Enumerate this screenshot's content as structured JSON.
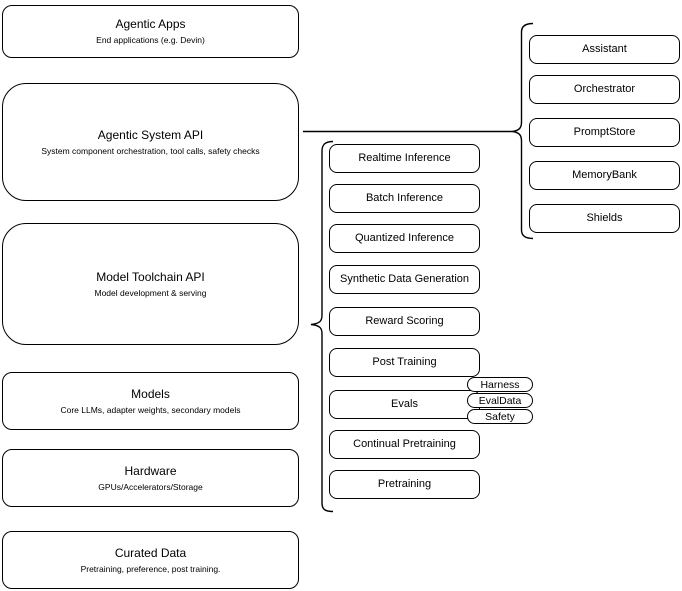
{
  "colors": {
    "stroke": "#000000",
    "fill": "#ffffff",
    "text": "#000000"
  },
  "layers": [
    {
      "title": "Agentic Apps",
      "subtitle": "End applications (e.g. Devin)"
    },
    {
      "title": "Agentic System API",
      "subtitle": "System component orchestration, tool calls, safety checks"
    },
    {
      "title": "Model Toolchain API",
      "subtitle": "Model development & serving"
    },
    {
      "title": "Models",
      "subtitle": "Core LLMs, adapter weights, secondary models"
    },
    {
      "title": "Hardware",
      "subtitle": "GPUs/Accelerators/Storage"
    },
    {
      "title": "Curated Data",
      "subtitle": "Pretraining, preference, post training."
    }
  ],
  "toolchain_services": [
    {
      "label": "Realtime Inference"
    },
    {
      "label": "Batch Inference"
    },
    {
      "label": "Quantized Inference"
    },
    {
      "label": "Synthetic Data Generation"
    },
    {
      "label": "Reward Scoring"
    },
    {
      "label": "Post Training"
    },
    {
      "label": "Evals"
    },
    {
      "label": "Continual Pretraining"
    },
    {
      "label": "Pretraining"
    }
  ],
  "eval_components": [
    {
      "label": "Harness"
    },
    {
      "label": "EvalData"
    },
    {
      "label": "Safety"
    }
  ],
  "system_services": [
    {
      "label": "Assistant"
    },
    {
      "label": "Orchestrator"
    },
    {
      "label": "PromptStore"
    },
    {
      "label": "MemoryBank"
    },
    {
      "label": "Shields"
    }
  ]
}
